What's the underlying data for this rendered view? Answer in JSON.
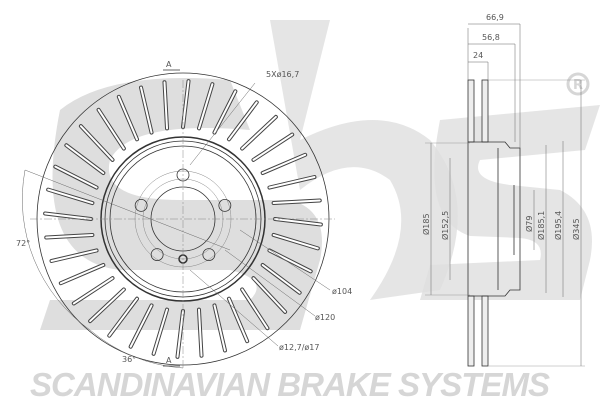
{
  "brand": {
    "watermark_text": "SCANDINAVIAN BRAKE SYSTEMS",
    "registered_mark": "R",
    "logo": "sbs"
  },
  "front_view": {
    "section_marker_top": "A",
    "section_marker_bottom": "A",
    "bolt_holes_label": "5Xø16,7",
    "pcd_label": "ø104",
    "hub_label": "ø120",
    "pin_hole_label": "ø12,7/ø17",
    "angle_large": "72°",
    "angle_small": "36°",
    "vane_count": 36,
    "bolt_count": 5
  },
  "side_view": {
    "overall_height": "66,9",
    "hat_height": "56,8",
    "thickness": "24",
    "dia_185": "Ø185",
    "dia_152": "Ø152,5",
    "dia_79": "Ø79",
    "dia_185_1": "Ø185,1",
    "dia_195": "Ø195,4",
    "dia_345": "Ø345"
  },
  "colors": {
    "line": "#333333",
    "dim": "#666666",
    "watermark": "#d6d6d6"
  }
}
